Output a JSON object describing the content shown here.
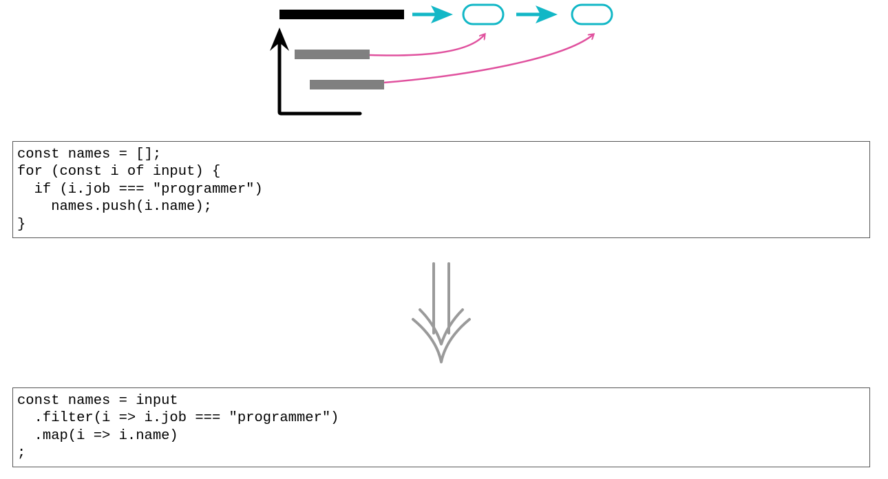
{
  "diagram": {
    "colors": {
      "main_bar": "#000000",
      "sub_bar": "#808080",
      "flow_arrow": "#12b7c6",
      "link_curve": "#e0519e",
      "transform_arrow": "#9a9a9a"
    },
    "nodes": [
      "oval-node-1",
      "oval-node-2"
    ]
  },
  "before_code": {
    "lines": [
      "const names = [];",
      "for (const i of input) {",
      "  if (i.job === \"programmer\")",
      "    names.push(i.name);",
      "}"
    ]
  },
  "after_code": {
    "lines": [
      "const names = input",
      "  .filter(i => i.job === \"programmer\")",
      "  .map(i => i.name)",
      ";"
    ]
  }
}
